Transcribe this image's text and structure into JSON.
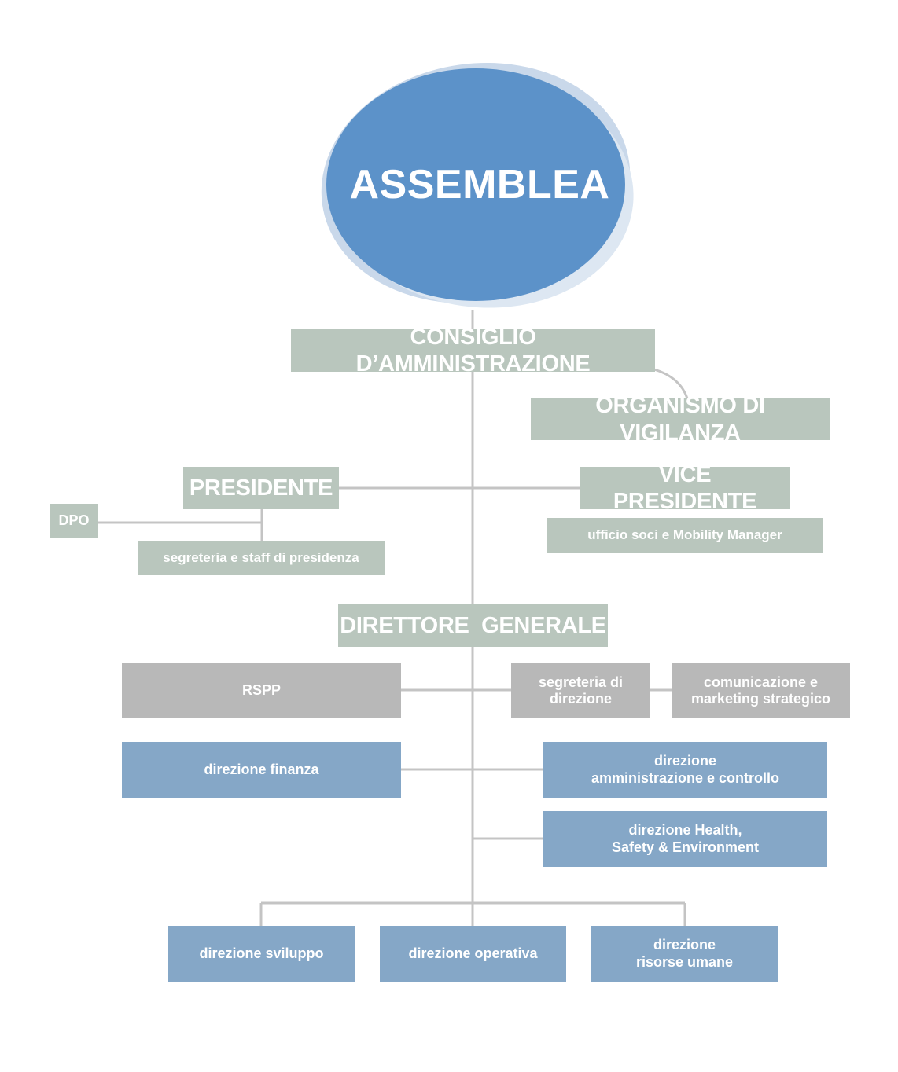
{
  "assemblea": "ASSEMBLEA",
  "consiglio": "CONSIGLIO D’AMMINISTRAZIONE",
  "organismo": "ORGANISMO DI VIGILANZA",
  "presidente": "PRESIDENTE",
  "vice_presidente": "VICE PRESIDENTE",
  "dpo": "DPO",
  "segreteria_staff": "segreteria e staff di presidenza",
  "ufficio_soci": "ufficio soci e Mobility Manager",
  "direttore_generale": "DIRETTORE  GENERALE",
  "rspp": "RSPP",
  "segreteria_direzione": [
    "segreteria di",
    "direzione"
  ],
  "comunicazione": [
    "comunicazione e",
    "marketing strategico"
  ],
  "direzione_finanza": "direzione finanza",
  "direzione_amministrazione": [
    "direzione",
    "amministrazione e controllo"
  ],
  "direzione_hse": [
    "direzione Health,",
    "Safety & Environment"
  ],
  "direzione_sviluppo": "direzione sviluppo",
  "direzione_operativa": "direzione operativa",
  "direzione_risorse_umane": [
    "direzione",
    "risorse umane"
  ],
  "colors": {
    "ellipse": "#5c92c9",
    "ellipse_ring": "#c9d8ea",
    "green_box": "#b9c6bd",
    "grey_box": "#b8b8b8",
    "blue_box": "#85a7c7",
    "connector": "#c4c4c4"
  }
}
